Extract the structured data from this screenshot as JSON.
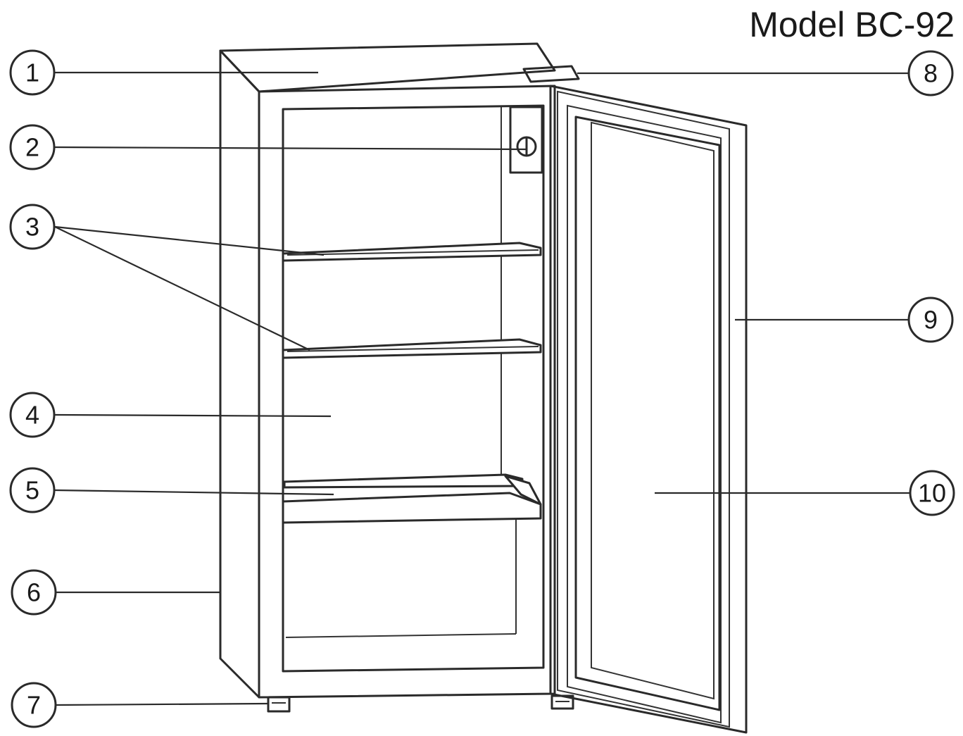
{
  "title": "Model BC-92",
  "callouts": [
    {
      "number": "1"
    },
    {
      "number": "2"
    },
    {
      "number": "3"
    },
    {
      "number": "4"
    },
    {
      "number": "5"
    },
    {
      "number": "6"
    },
    {
      "number": "7"
    },
    {
      "number": "8"
    },
    {
      "number": "9"
    },
    {
      "number": "10"
    }
  ]
}
